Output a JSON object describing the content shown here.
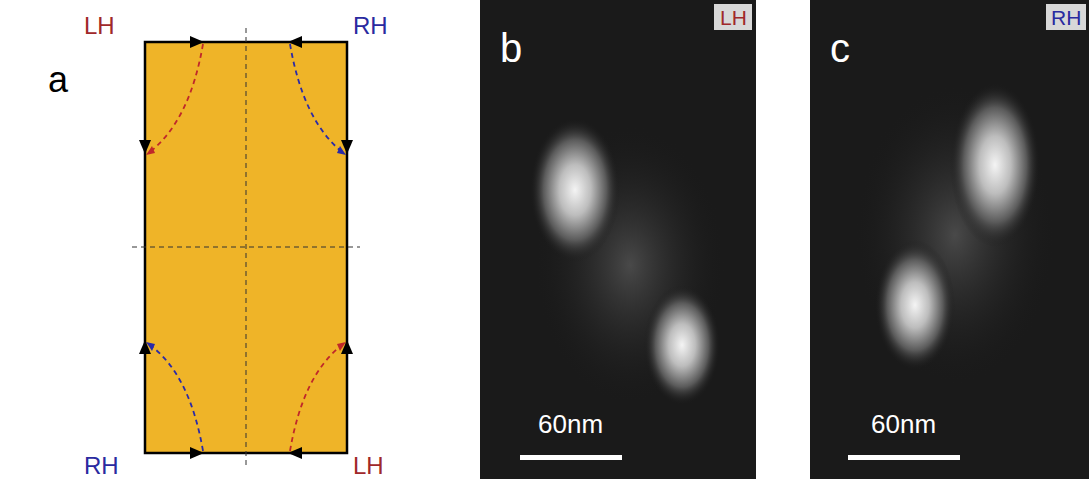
{
  "diagram": {
    "labels": [
      "a",
      "LH",
      "RH",
      "RH",
      "LH",
      "b",
      "LH",
      "60nm",
      "c",
      "RH",
      "60nm"
    ]
  }
}
